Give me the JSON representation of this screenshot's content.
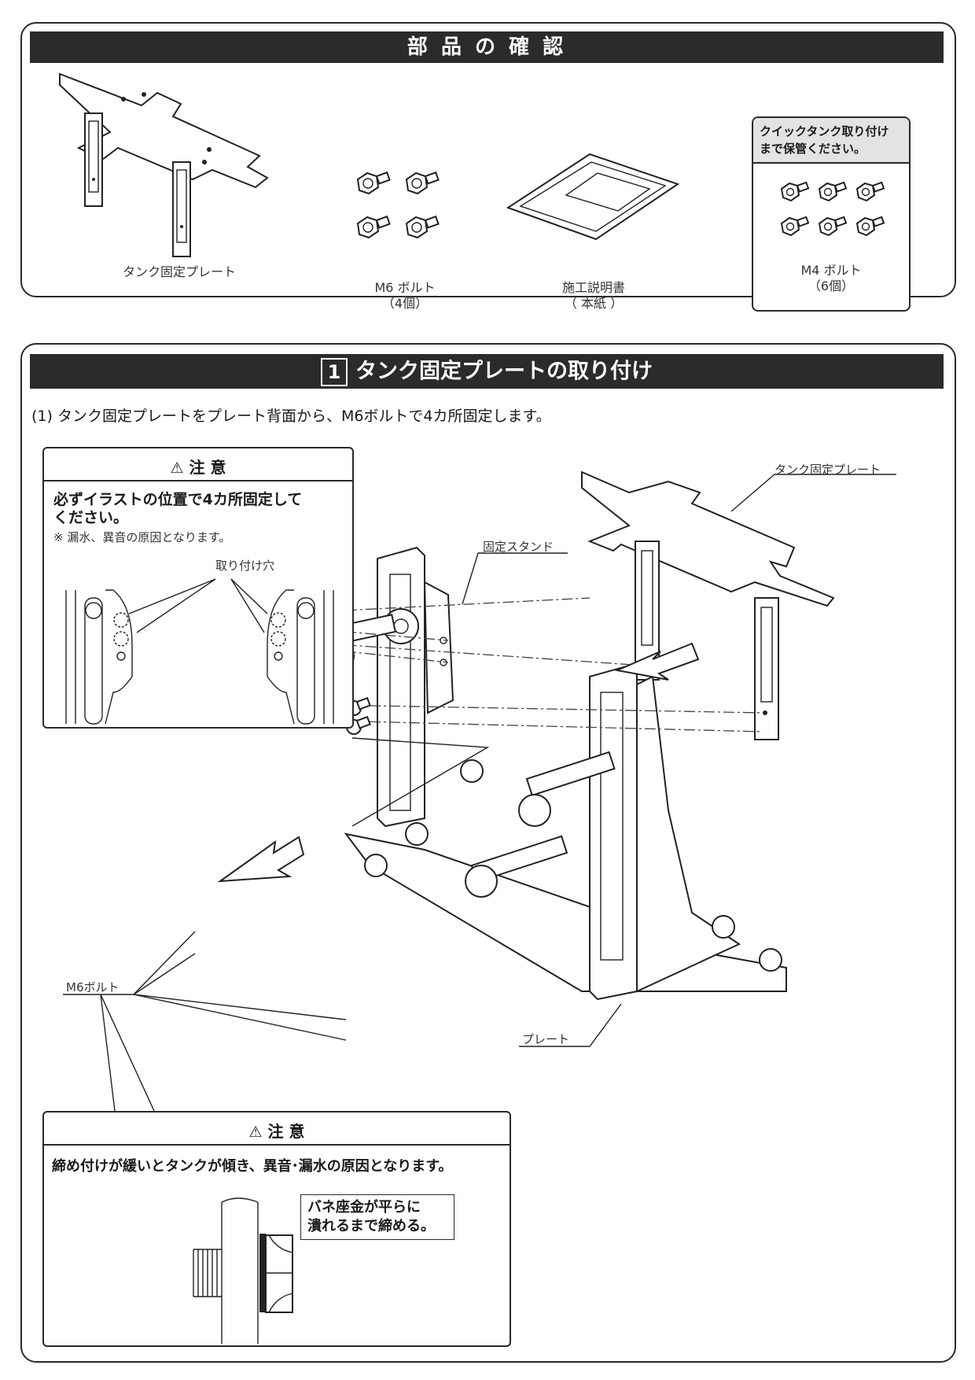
{
  "section1": {
    "title": "部 品 の 確 認",
    "parts": {
      "plate": "タンク固定プレート",
      "m6_name": "M6 ボルト",
      "m6_qty": "（4個）",
      "manual_name": "施工説明書",
      "manual_note": "（ 本紙 ）",
      "storage_note_line1": "クイックタンク取り付け",
      "storage_note_line2": "まで保管ください。",
      "m4_name": "M4 ボルト",
      "m4_qty": "（6個）"
    }
  },
  "section2": {
    "number": "1",
    "title": "タンク固定プレートの取り付け",
    "instruction": "(1) タンク固定プレートをプレート背面から、M6ボルトで4カ所固定します。",
    "caution1": {
      "title": "注 意",
      "text_line1": "必ずイラストの位置で4カ所固定して",
      "text_line2": "ください。",
      "note": "※ 漏水、異音の原因となります。",
      "holes_label": "取り付け穴"
    },
    "callouts": {
      "plate": "タンク固定プレート",
      "stand": "固定スタンド",
      "bolts": "M6ボルト",
      "base_plate": "プレート"
    },
    "caution2": {
      "title": "注 意",
      "text": "締め付けが緩いとタンクが傾き、異音･漏水の原因となります。",
      "washer_line1": "バネ座金が平らに",
      "washer_line2": "潰れるまで締める。"
    }
  }
}
